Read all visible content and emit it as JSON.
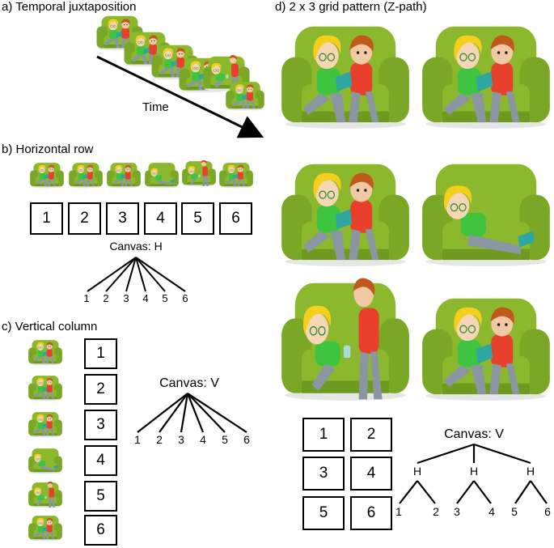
{
  "sections": {
    "a": {
      "title": "a) Temporal juxtaposition",
      "axis_label": "Time"
    },
    "b": {
      "title": "b) Horizontal row",
      "boxes": [
        "1",
        "2",
        "3",
        "4",
        "5",
        "6"
      ],
      "tree_root": "Canvas: H",
      "leaves": [
        "1",
        "2",
        "3",
        "4",
        "5",
        "6"
      ]
    },
    "c": {
      "title": "c) Vertical column",
      "boxes": [
        "1",
        "2",
        "3",
        "4",
        "5",
        "6"
      ],
      "tree_root": "Canvas: V",
      "leaves": [
        "1",
        "2",
        "3",
        "4",
        "5",
        "6"
      ]
    },
    "d": {
      "title": "d) 2 x 3 grid pattern (Z-path)",
      "boxes": [
        "1",
        "2",
        "3",
        "4",
        "5",
        "6"
      ],
      "tree_root": "Canvas: V",
      "subnodes": [
        "H",
        "H",
        "H"
      ],
      "leaves": [
        "1",
        "2",
        "3",
        "4",
        "5",
        "6"
      ]
    }
  },
  "illustration": {
    "description_colors": {
      "sofa": "#8cb82e",
      "sofa_dark": "#6e9a1f",
      "hair_blonde": "#f4cf1c",
      "hair_brown": "#c05a1c",
      "shirt_green": "#3ec43e",
      "shirt_red": "#e8402a",
      "pants": "#8b96a3"
    }
  }
}
